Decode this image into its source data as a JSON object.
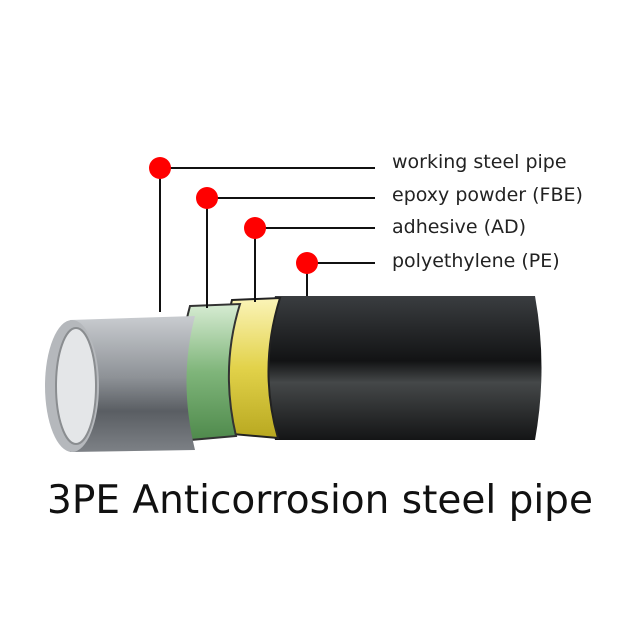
{
  "labels": [
    "working steel pipe",
    "epoxy powder (FBE)",
    "adhesive (AD)",
    "polyethylene (PE)"
  ],
  "title": "3PE Anticorrosion steel pipe",
  "colors": {
    "marker": "#ff0000",
    "steel": "#9a9ea3",
    "fbe": "#8fbf8a",
    "adhesive": "#e6d860",
    "pe": "#1e2022"
  }
}
